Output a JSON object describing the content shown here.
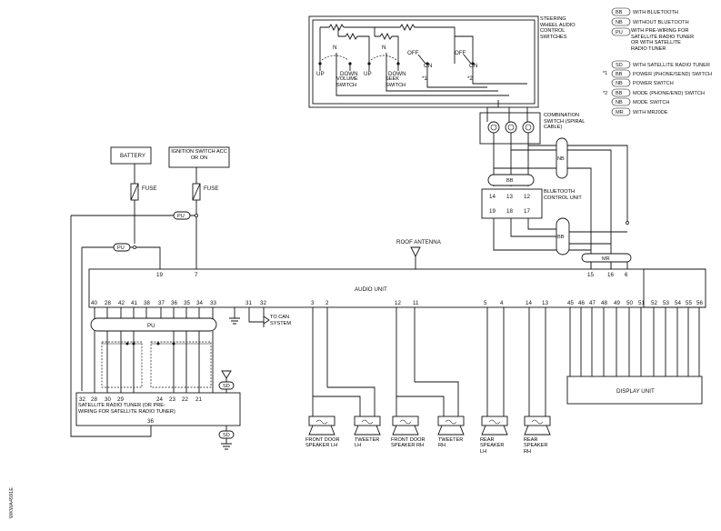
{
  "legend": [
    {
      "tag": "BB",
      "text": "WITH BLUETOOTH"
    },
    {
      "tag": "NB",
      "text": "WITHOUT BLUETOOTH"
    },
    {
      "tag": "PU",
      "text": "WITH PRE-WIRING FOR SATELLITE RADIO TUNER OR WITH SATELLITE RADIO TUNER"
    },
    {
      "tag": "SD",
      "text": "WITH SATELLITE RADIO TUNER"
    },
    {
      "tag": "BB",
      "text": "POWER (PHONE/SEND) SWITCH",
      "mark": "*1"
    },
    {
      "tag": "NB",
      "text": "POWER SWITCH"
    },
    {
      "tag": "BB",
      "text": "MODE (PHONE/END) SWITCH",
      "mark": "*2"
    },
    {
      "tag": "NB",
      "text": "MODE SWITCH"
    },
    {
      "tag": "MR",
      "text": "WITH MR20DE"
    }
  ],
  "steering": {
    "title": "STEERING WHEEL AUDIO CONTROL SWITCHES",
    "up": "UP",
    "down": "DOWN",
    "n": "N",
    "off": "OFF",
    "on": "ON",
    "volume": "VOLUME SWITCH",
    "seek": "SEEK SWITCH",
    "m1": "*1",
    "m2": "*2"
  },
  "combo": "COMBINATION SWITCH (SPIRAL CABLE)",
  "bt": {
    "label": "BLUETOOTH CONTROL UNIT",
    "pins_top": [
      "14",
      "13",
      "12"
    ],
    "pins_bot": [
      "19",
      "18",
      "17"
    ]
  },
  "tags": {
    "bb": "BB",
    "nb": "NB",
    "mr": "MR",
    "pu": "PU",
    "sd": "SD"
  },
  "battery": "BATTERY",
  "ignition": "IGNITION SWITCH ACC OR ON",
  "fuse": "FUSE",
  "antenna": "ROOF ANTENNA",
  "audio_unit": "AUDIO UNIT",
  "audio_top_pins": [
    "19",
    "7",
    "15",
    "16",
    "6"
  ],
  "audio_bot_pins": [
    "40",
    "28",
    "42",
    "41",
    "38",
    "37",
    "36",
    "35",
    "34",
    "33",
    "31",
    "32",
    "3",
    "2",
    "12",
    "11",
    "5",
    "4",
    "14",
    "13",
    "45",
    "46",
    "47",
    "48",
    "49",
    "50",
    "51",
    "52",
    "53",
    "54",
    "55",
    "56"
  ],
  "to_can": "TO CAN SYSTEM",
  "sat": {
    "label": "SATELLITE RADIO TUNER (OR PRE-WIRING FOR SATELLITE RADIO TUNER)",
    "pins": [
      "32",
      "28",
      "30",
      "29",
      "24",
      "23",
      "22",
      "21"
    ],
    "pin36": "36"
  },
  "display_unit": "DISPLAY UNIT",
  "speakers": [
    "FRONT DOOR SPEAKER LH",
    "TWEETER LH",
    "FRONT DOOR SPEAKER RH",
    "TWEETER RH",
    "REAR SPEAKER LH",
    "REAR SPEAKER RH"
  ],
  "side_code": "WKWA4591E"
}
